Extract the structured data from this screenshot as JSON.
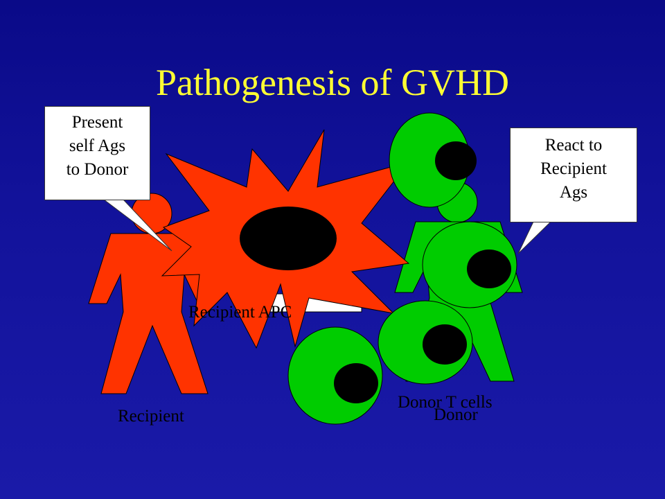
{
  "slide": {
    "title": "Pathogenesis of GVHD",
    "callouts": {
      "left": [
        "Present",
        "self Ags",
        "to Donor"
      ],
      "right": [
        "React to",
        "Recipient",
        "Ags"
      ]
    },
    "labels": {
      "recipient": "Recipient",
      "donor": "Donor",
      "recipient_apc": "Recipient APC",
      "donor_t_cells": "Donor T cells"
    }
  },
  "colors": {
    "background": "#1414a0",
    "title": "#ffff33",
    "recipient": "#ff3300",
    "donor": "#00cc00",
    "nucleus": "#000000",
    "callout_bg": "#ffffff"
  }
}
